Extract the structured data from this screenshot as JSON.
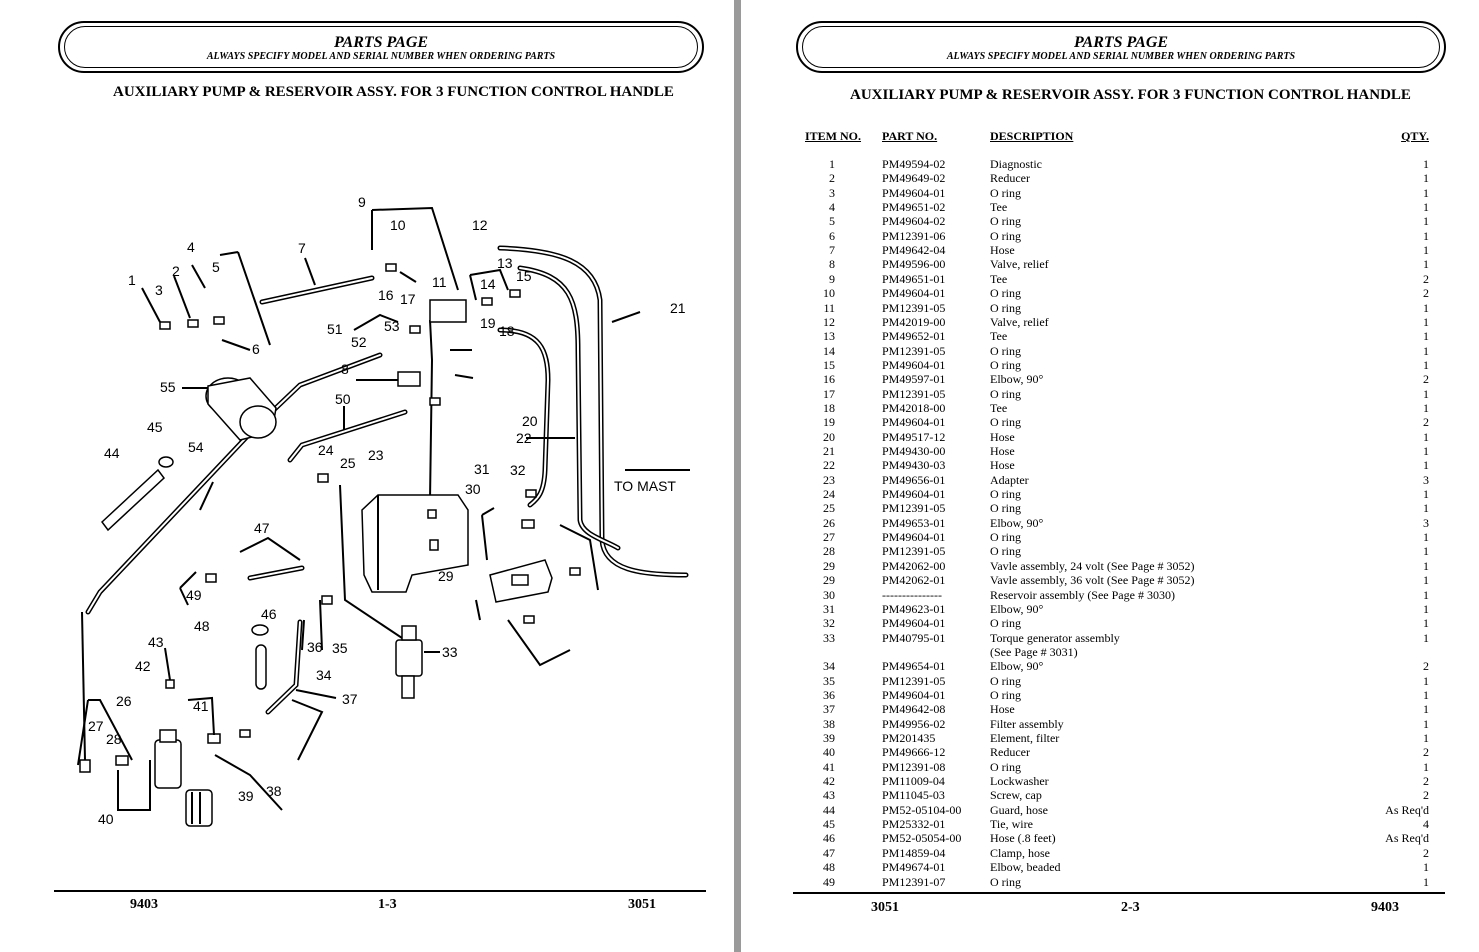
{
  "left": {
    "banner": {
      "title": "PARTS PAGE",
      "subtitle": "ALWAYS SPECIFY MODEL AND SERIAL NUMBER WHEN ORDERING PARTS"
    },
    "heading": "AUXILIARY PUMP & RESERVOIR ASSY. FOR 3 FUNCTION CONTROL HANDLE",
    "footer": {
      "left": "9403",
      "center": "1-3",
      "right": "3051"
    },
    "diagram": {
      "to_mast_label": "TO MAST"
    }
  },
  "right": {
    "banner": {
      "title": "PARTS PAGE",
      "subtitle": "ALWAYS SPECIFY MODEL AND SERIAL NUMBER WHEN ORDERING PARTS"
    },
    "heading": "AUXILIARY PUMP & RESERVOIR ASSY. FOR 3 FUNCTION CONTROL HANDLE",
    "table": {
      "headers": {
        "item": "ITEM NO.",
        "part": "PART NO.",
        "desc": "DESCRIPTION",
        "qty": "QTY."
      },
      "rows": [
        {
          "item": "1",
          "part": "PM49594-02",
          "desc": "Diagnostic",
          "qty": "1"
        },
        {
          "item": "2",
          "part": "PM49649-02",
          "desc": "Reducer",
          "qty": "1"
        },
        {
          "item": "3",
          "part": "PM49604-01",
          "desc": "O ring",
          "qty": "1"
        },
        {
          "item": "4",
          "part": "PM49651-02",
          "desc": "Tee",
          "qty": "1"
        },
        {
          "item": "5",
          "part": "PM49604-02",
          "desc": "O ring",
          "qty": "1"
        },
        {
          "item": "6",
          "part": "PM12391-06",
          "desc": "O ring",
          "qty": "1"
        },
        {
          "item": "7",
          "part": "PM49642-04",
          "desc": "Hose",
          "qty": "1"
        },
        {
          "item": "8",
          "part": "PM49596-00",
          "desc": "Valve, relief",
          "qty": "1"
        },
        {
          "item": "9",
          "part": "PM49651-01",
          "desc": "Tee",
          "qty": "2"
        },
        {
          "item": "10",
          "part": "PM49604-01",
          "desc": "O ring",
          "qty": "2"
        },
        {
          "item": "11",
          "part": "PM12391-05",
          "desc": "O ring",
          "qty": "1"
        },
        {
          "item": "12",
          "part": "PM42019-00",
          "desc": "Valve, relief",
          "qty": "1"
        },
        {
          "item": "13",
          "part": "PM49652-01",
          "desc": "Tee",
          "qty": "1"
        },
        {
          "item": "14",
          "part": "PM12391-05",
          "desc": "O ring",
          "qty": "1"
        },
        {
          "item": "15",
          "part": "PM49604-01",
          "desc": "O ring",
          "qty": "1"
        },
        {
          "item": "16",
          "part": "PM49597-01",
          "desc": "Elbow, 90°",
          "qty": "2"
        },
        {
          "item": "17",
          "part": "PM12391-05",
          "desc": "O ring",
          "qty": "1"
        },
        {
          "item": "18",
          "part": "PM42018-00",
          "desc": "Tee",
          "qty": "1"
        },
        {
          "item": "19",
          "part": "PM49604-01",
          "desc": "O ring",
          "qty": "2"
        },
        {
          "item": "20",
          "part": "PM49517-12",
          "desc": "Hose",
          "qty": "1"
        },
        {
          "item": "21",
          "part": "PM49430-00",
          "desc": "Hose",
          "qty": "1"
        },
        {
          "item": "22",
          "part": "PM49430-03",
          "desc": "Hose",
          "qty": "1"
        },
        {
          "item": "23",
          "part": "PM49656-01",
          "desc": "Adapter",
          "qty": "3"
        },
        {
          "item": "24",
          "part": "PM49604-01",
          "desc": "O ring",
          "qty": "1"
        },
        {
          "item": "25",
          "part": "PM12391-05",
          "desc": "O ring",
          "qty": "1"
        },
        {
          "item": "26",
          "part": "PM49653-01",
          "desc": "Elbow, 90°",
          "qty": "3"
        },
        {
          "item": "27",
          "part": "PM49604-01",
          "desc": "O ring",
          "qty": "1"
        },
        {
          "item": "28",
          "part": "PM12391-05",
          "desc": "O ring",
          "qty": "1"
        },
        {
          "item": "29",
          "part": "PM42062-00",
          "desc": "Vavle assembly, 24 volt (See Page # 3052)",
          "qty": "1"
        },
        {
          "item": "29",
          "part": "PM42062-01",
          "desc": "Vavle assembly, 36 volt (See Page # 3052)",
          "qty": "1"
        },
        {
          "item": "30",
          "part": "---------------",
          "desc": "Reservoir assembly (See Page # 3030)",
          "qty": "1"
        },
        {
          "item": "31",
          "part": "PM49623-01",
          "desc": "Elbow, 90°",
          "qty": "1"
        },
        {
          "item": "32",
          "part": "PM49604-01",
          "desc": "O ring",
          "qty": "1"
        },
        {
          "item": "33",
          "part": "PM40795-01",
          "desc": "Torque generator assembly",
          "qty": "1"
        },
        {
          "item": "",
          "part": "",
          "desc": "(See Page # 3031)",
          "qty": ""
        },
        {
          "item": "34",
          "part": "PM49654-01",
          "desc": "Elbow, 90°",
          "qty": "2"
        },
        {
          "item": "35",
          "part": "PM12391-05",
          "desc": "O ring",
          "qty": "1"
        },
        {
          "item": "36",
          "part": "PM49604-01",
          "desc": "O ring",
          "qty": "1"
        },
        {
          "item": "37",
          "part": "PM49642-08",
          "desc": "Hose",
          "qty": "1"
        },
        {
          "item": "38",
          "part": "PM49956-02",
          "desc": "Filter assembly",
          "qty": "1"
        },
        {
          "item": "39",
          "part": "PM201435",
          "desc": "Element, filter",
          "qty": "1"
        },
        {
          "item": "40",
          "part": "PM49666-12",
          "desc": "Reducer",
          "qty": "2"
        },
        {
          "item": "41",
          "part": "PM12391-08",
          "desc": "O ring",
          "qty": "1"
        },
        {
          "item": "42",
          "part": "PM11009-04",
          "desc": "Lockwasher",
          "qty": "2"
        },
        {
          "item": "43",
          "part": "PM11045-03",
          "desc": "Screw, cap",
          "qty": "2"
        },
        {
          "item": "44",
          "part": "PM52-05104-00",
          "desc": "Guard, hose",
          "qty": "As Req'd"
        },
        {
          "item": "45",
          "part": "PM25332-01",
          "desc": "Tie, wire",
          "qty": "4"
        },
        {
          "item": "46",
          "part": "PM52-05054-00",
          "desc": "Hose (.8 feet)",
          "qty": "As Req'd"
        },
        {
          "item": "47",
          "part": "PM14859-04",
          "desc": "Clamp, hose",
          "qty": "2"
        },
        {
          "item": "48",
          "part": "PM49674-01",
          "desc": "Elbow, beaded",
          "qty": "1"
        },
        {
          "item": "49",
          "part": "PM12391-07",
          "desc": "O ring",
          "qty": "1"
        }
      ]
    },
    "footer": {
      "left": "3051",
      "center": "2-3",
      "right": "9403"
    }
  }
}
